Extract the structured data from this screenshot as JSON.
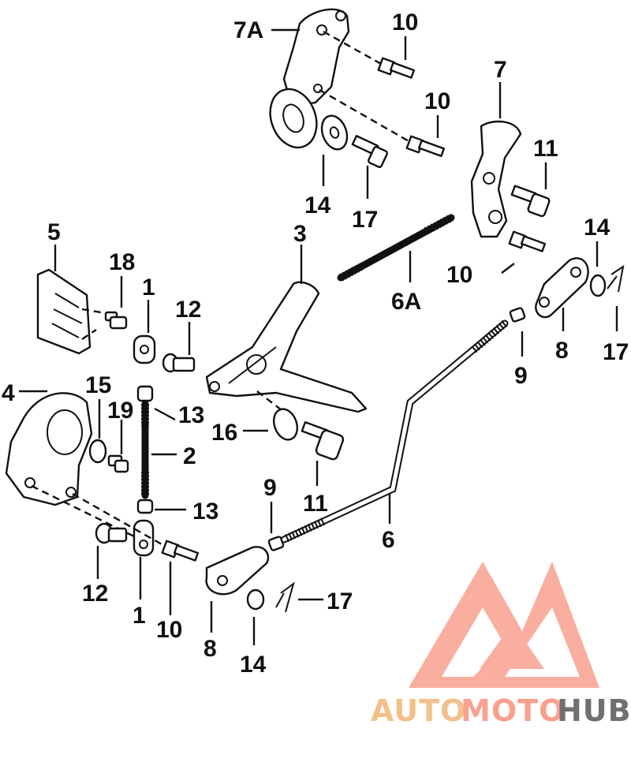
{
  "diagram": {
    "callouts": {
      "c_7a": "7A",
      "c_10_top1": "10",
      "c_10_top2": "10",
      "c_7": "7",
      "c_11_top": "11",
      "c_14_top": "14",
      "c_17_top": "17",
      "c_14_right": "14",
      "c_10_mid": "10",
      "c_6a": "6A",
      "c_8_right": "8",
      "c_17_right": "17",
      "c_9_right": "9",
      "c_5": "5",
      "c_18": "18",
      "c_1_top": "1",
      "c_12_top": "12",
      "c_3": "3",
      "c_4": "4",
      "c_15": "15",
      "c_19": "19",
      "c_13_top": "13",
      "c_16": "16",
      "c_2": "2",
      "c_11_mid": "11",
      "c_13_bot": "13",
      "c_9_bot": "9",
      "c_6": "6",
      "c_12_bot": "12",
      "c_1_bot": "1",
      "c_10_bot": "10",
      "c_8_bot": "8",
      "c_14_bot": "14",
      "c_17_bot": "17"
    }
  },
  "watermark": {
    "part1": "AUTO",
    "part2": "MOTO",
    "part3": "HUB",
    "color_light": "#f9a08f",
    "color_accent": "#f3c08a",
    "color_dark": "#707070"
  }
}
